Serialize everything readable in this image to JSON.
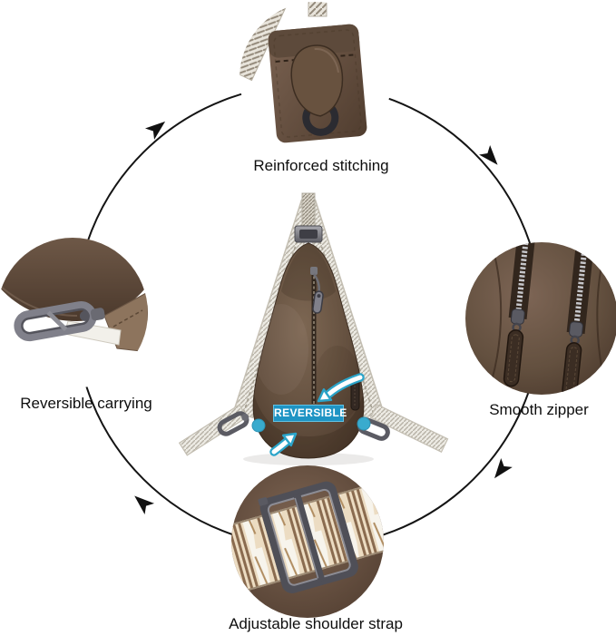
{
  "diagram": {
    "badge": {
      "label": "REVERSIBLE",
      "bg_color": "#1e94c4",
      "border_color": "#63c2e2",
      "text_color": "#ffffff"
    },
    "callouts": [
      {
        "id": "reinforced-stitching",
        "position": "top",
        "label": "Reinforced stitching"
      },
      {
        "id": "smooth-zipper",
        "position": "right",
        "label": "Smooth zipper"
      },
      {
        "id": "adjustable-shoulder-strap",
        "position": "bottom",
        "label": "Adjustable shoulder strap"
      },
      {
        "id": "reversible-carrying",
        "position": "left",
        "label": "Reversible carrying"
      }
    ],
    "ring": {
      "color": "#141414",
      "direction": "clockwise",
      "arrow_count": 4
    },
    "accent_color": "#2ba4c9",
    "leather_color": "#64503f",
    "strap_color": "#edebe4",
    "background_color": "#ffffff"
  }
}
